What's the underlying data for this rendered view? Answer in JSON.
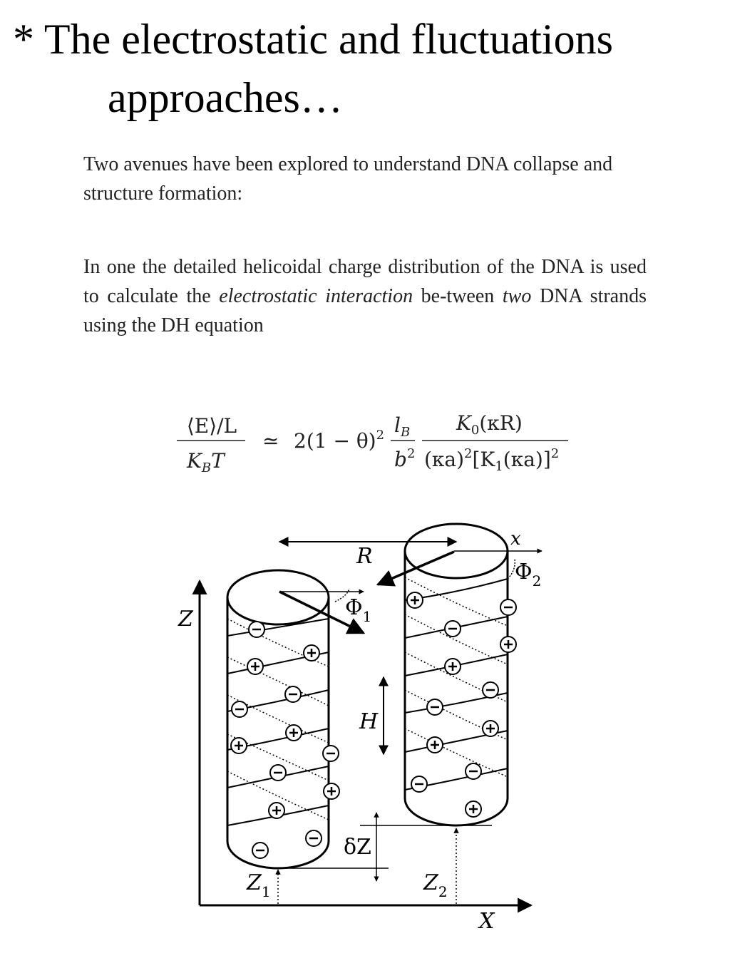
{
  "slide": {
    "title_line1": "* The electrostatic and fluctuations",
    "title_line2": "approaches…"
  },
  "intro": {
    "text": "Two avenues have been explored to understand DNA collapse and structure formation:"
  },
  "method": {
    "text_before": "In one the detailed helicoidal charge distribution of the DNA is used to calculate the ",
    "emph1": "electrostatic interaction",
    "text_mid": " be-tween ",
    "emph2": "two",
    "text_after": " DNA strands using the DH equation"
  },
  "equation": {
    "lhs_num": "⟨E⟩/L",
    "lhs_den": "K",
    "lhs_den_sub": "B",
    "lhs_den_tail": "T",
    "approx": "≃",
    "factor": "2(1 − θ)",
    "factor_sup": "2",
    "frac2_num": "l",
    "frac2_num_sub": "B",
    "frac2_den": "b",
    "frac2_den_sup": "2",
    "frac3_num": "K",
    "frac3_num_sub": "0",
    "frac3_num_tail": "(κR)",
    "frac3_den_a": "(κa)",
    "frac3_den_a_sup": "2",
    "frac3_den_b": "[K",
    "frac3_den_b_sub": "1",
    "frac3_den_b_tail": "(κa)]",
    "frac3_den_b_sup": "2"
  },
  "figure": {
    "label_R": "R",
    "label_x": "x",
    "label_Z": "Z",
    "label_X": "X",
    "label_H": "H",
    "label_phi1": "Φ",
    "label_phi1_sub": "1",
    "label_phi2": "Φ",
    "label_phi2_sub": "2",
    "label_deltaZ": "δZ",
    "label_Z1": "Z",
    "label_Z1_sub": "1",
    "label_Z2": "Z",
    "label_Z2_sub": "2"
  }
}
